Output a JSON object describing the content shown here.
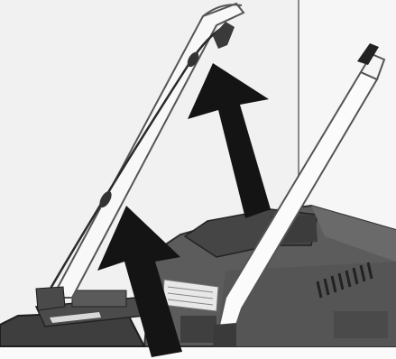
{
  "image": {
    "kind": "instruction-photo",
    "subject": "lawnmower-handle-assembly",
    "tone": "grayscale",
    "arrow_direction": "up",
    "arrow_count": 2,
    "colors": {
      "background": "#f3f3f3",
      "arrow": "#141414",
      "handle": "#f7f7f7",
      "handle_outline": "#5a5a5a",
      "deck": "#5e5e5e",
      "deck_dark": "#3a3a3a",
      "cable": "#2a2a2a"
    }
  }
}
